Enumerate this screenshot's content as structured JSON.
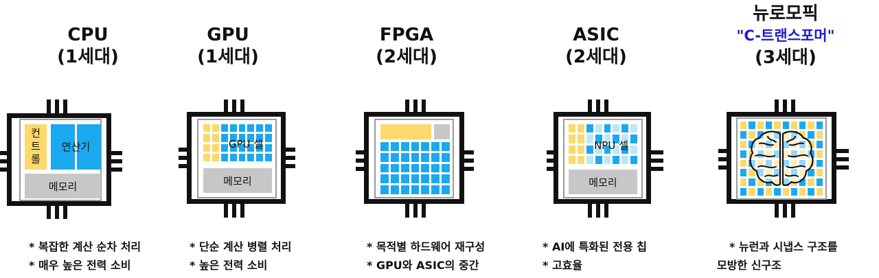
{
  "columns": [
    {
      "title": [
        "CPU",
        "(1세대)"
      ],
      "labels": {
        "control": [
          "컨",
          "트",
          "롤"
        ],
        "alu": "연산기",
        "memory": "메모리"
      },
      "desc": [
        "* 복잡한 계산 순차 처리",
        "* 매우 높은 전력 소비"
      ]
    },
    {
      "title": [
        "GPU",
        "(1세대)"
      ],
      "labels": {
        "cell": "GPU 셀",
        "memory": "메모리"
      },
      "desc": [
        "* 단순 계산 병렬 처리",
        "* 높은 전력 소비"
      ]
    },
    {
      "title": [
        "FPGA",
        "(2세대)"
      ],
      "desc": [
        "* 목적별 하드웨어 재구성",
        "* GPU와 ASIC의 중간"
      ]
    },
    {
      "title": [
        "ASIC",
        "(2세대)"
      ],
      "labels": {
        "cell": "NPU 셀",
        "memory": "메모리"
      },
      "desc": [
        "* AI에 특화된 전용 칩",
        "* 고효율"
      ]
    },
    {
      "title": [
        "뉴로모픽",
        "\"C-트랜스포머\"",
        "(3세대)"
      ],
      "desc": [
        "* 뉴런과 시냅스 구조를",
        "모방한 신구조"
      ]
    }
  ],
  "colors": {
    "yellow": "#fcd96a",
    "blue": "#1aa9ee",
    "lightblue": "#bfe6f6",
    "gray": "#c7c7c7",
    "accent": "#1a1acc"
  }
}
